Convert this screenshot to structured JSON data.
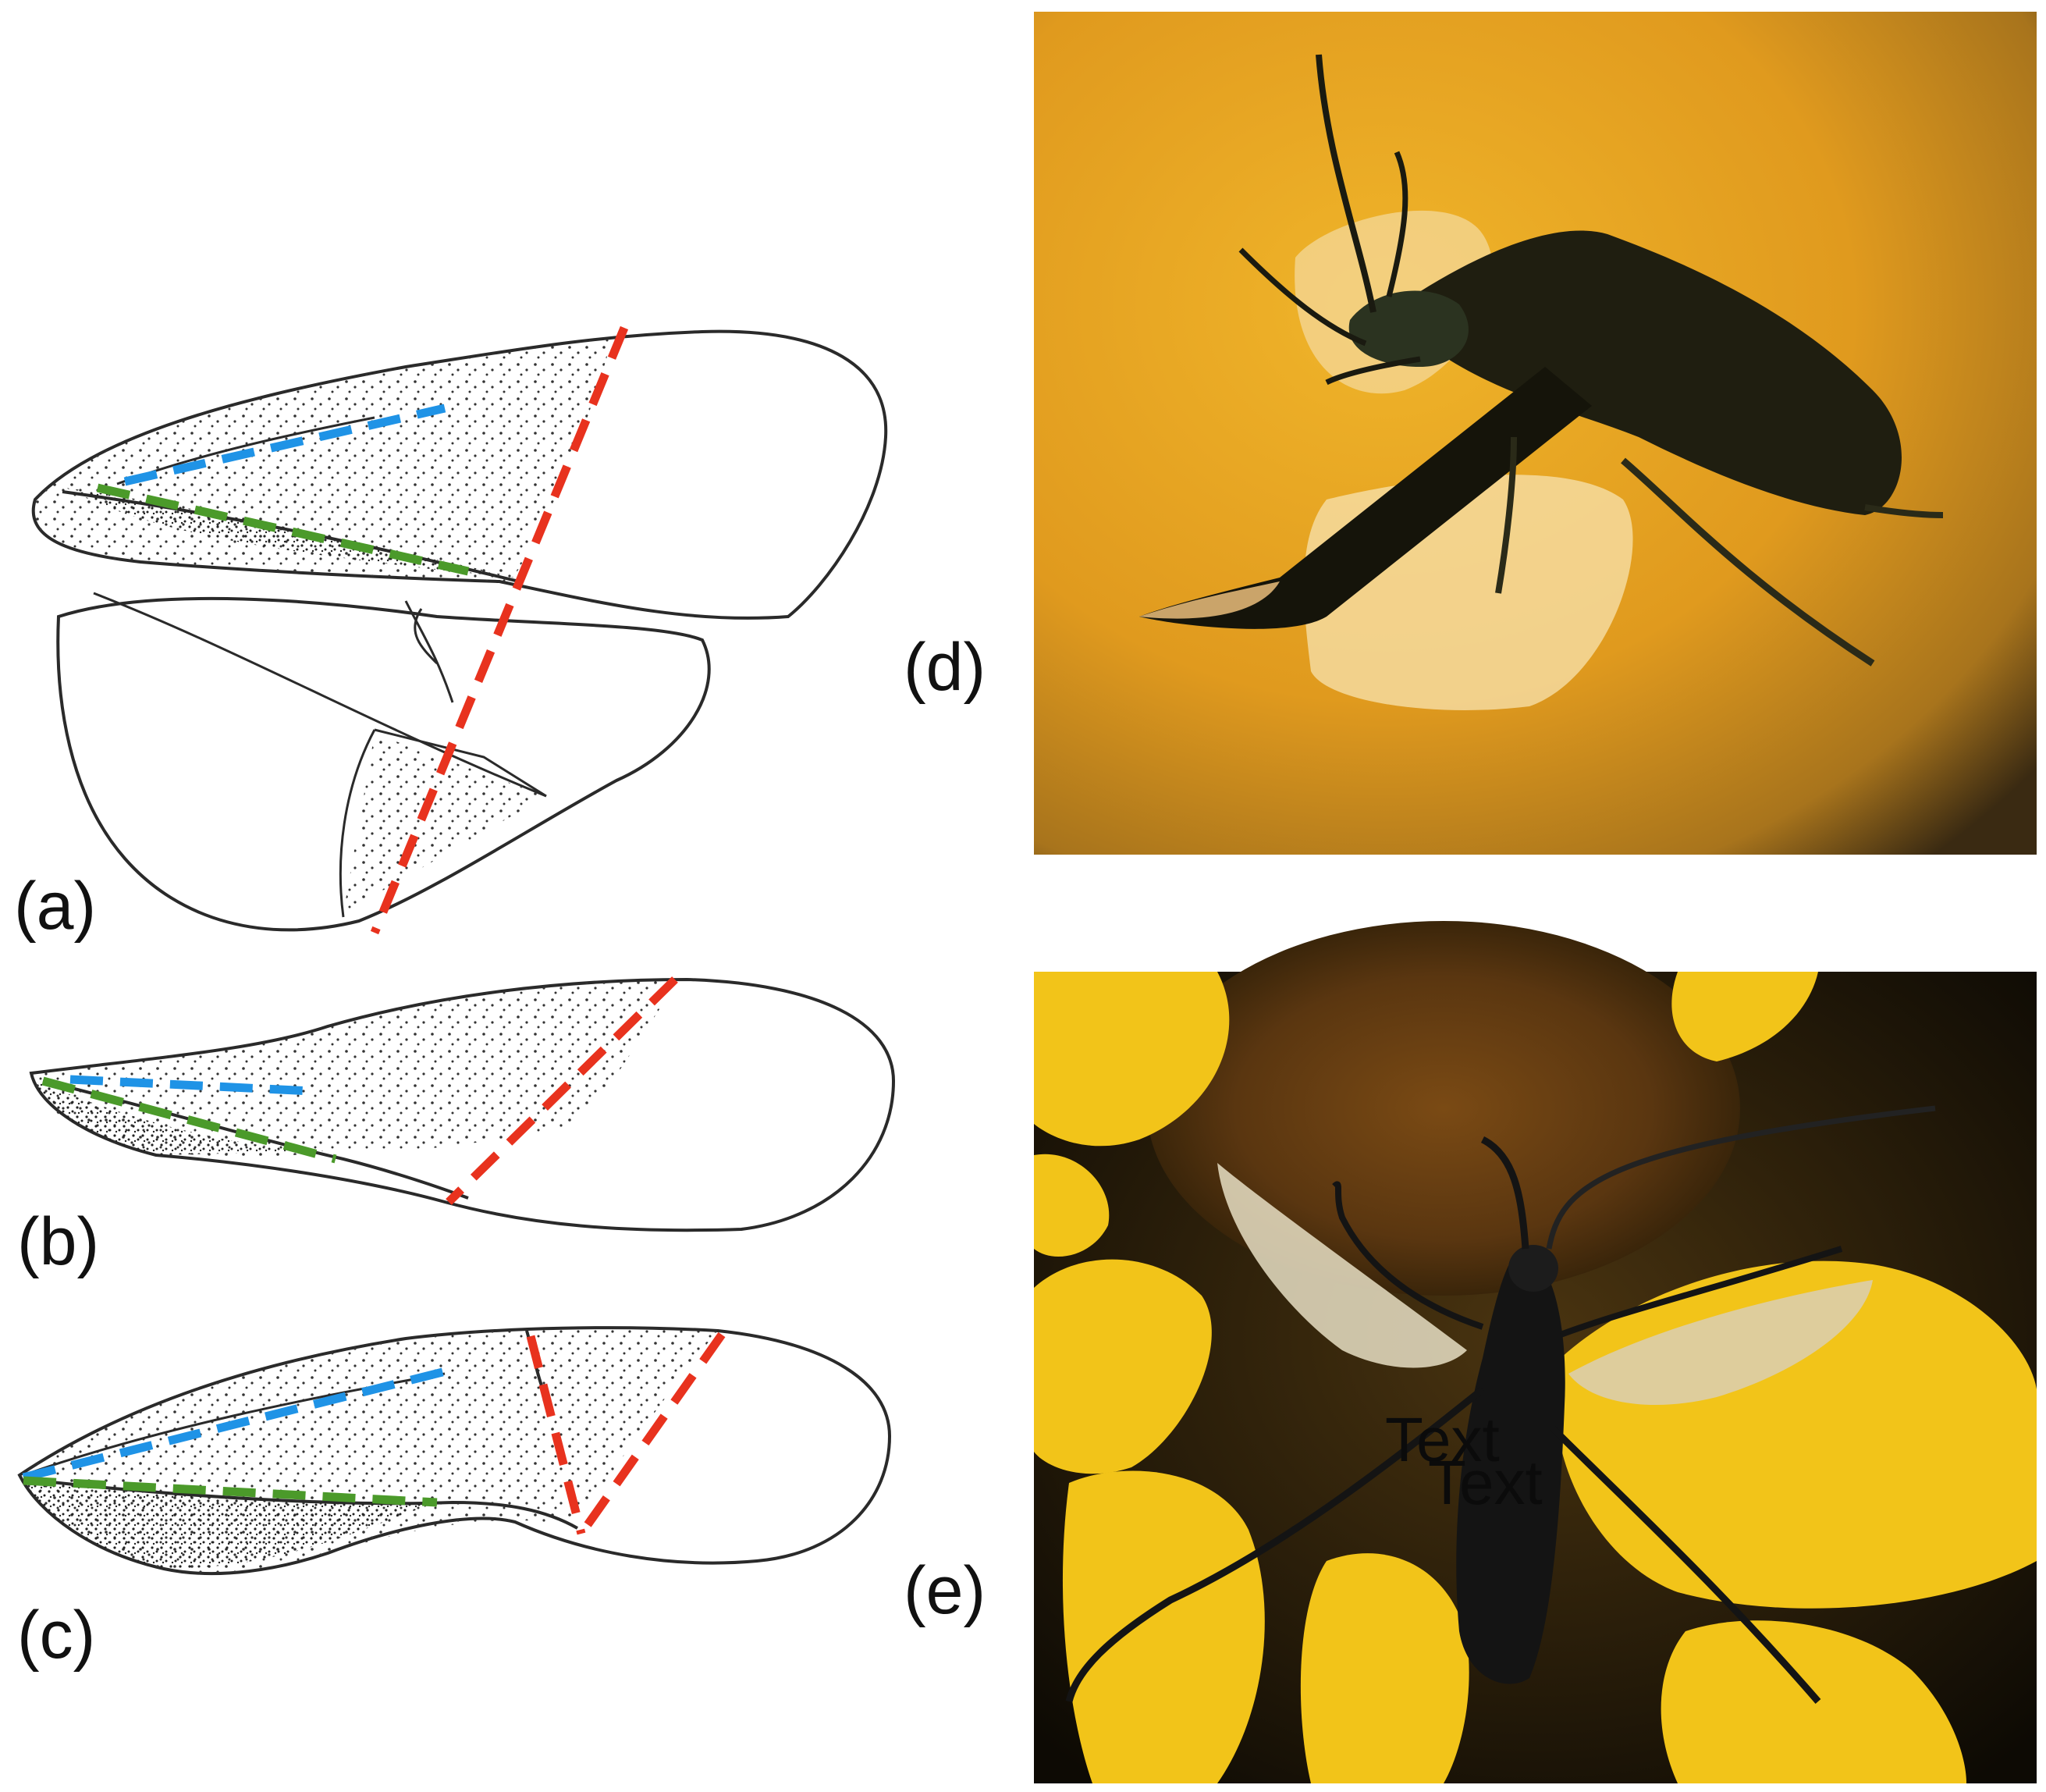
{
  "panels": {
    "a": "(a)",
    "b": "(b)",
    "c": "(c)",
    "d": "(d)",
    "e": "(e)"
  },
  "overlay_text": [
    "Text",
    "Text"
  ],
  "colors": {
    "axis_primary": "#e8321e",
    "axis_blue": "#1f93e6",
    "axis_green": "#4b9a2a",
    "wing_outline": "#2a2a2a",
    "photo_d_bg": "#e7a622",
    "photo_e_bg": "#1a1305",
    "flower_yellow": "#f2c419"
  },
  "icons": {
    "insect_d": "stink-bug-in-flight",
    "insect_e": "bug-on-flower"
  }
}
